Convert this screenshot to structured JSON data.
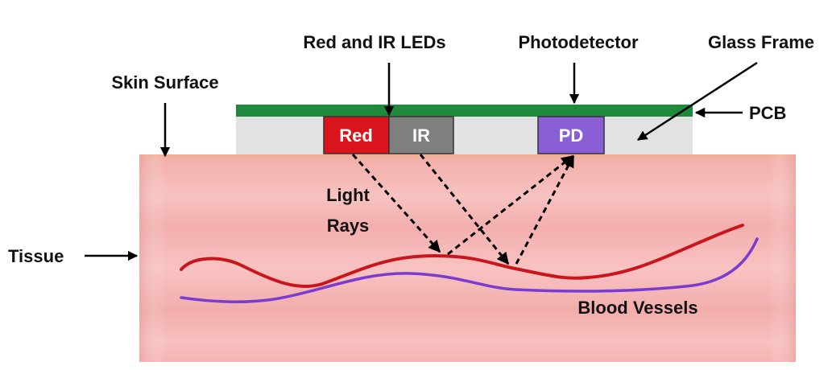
{
  "labels": {
    "leds": "Red and IR LEDs",
    "photodetector": "Photodetector",
    "glass_frame": "Glass Frame",
    "skin_surface": "Skin Surface",
    "pcb": "PCB",
    "tissue": "Tissue",
    "light_rays_line1": "Light",
    "light_rays_line2": "Rays",
    "blood_vessels": "Blood Vessels"
  },
  "components": {
    "red_led": "Red",
    "ir_led": "IR",
    "pd": "PD"
  },
  "colors": {
    "pcb": "#1f8a3c",
    "glass": "#e2e2e2",
    "red_led": "#d9141c",
    "ir_led": "#7f7f7f",
    "pd": "#8a5fd6",
    "tissue": "#f5b5b2",
    "artery": "#c8161c",
    "vein": "#7a3ccf"
  }
}
